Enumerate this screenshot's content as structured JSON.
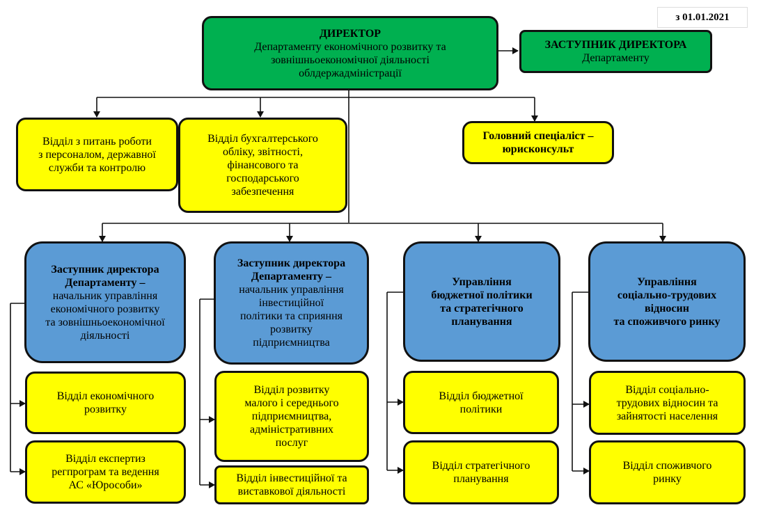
{
  "date_label": "з 01.01.2021",
  "director": {
    "title": "ДИРЕКТОР",
    "line1": "Департаменту економічного розвитку та",
    "line2": "зовнішньоекономічної діяльності",
    "line3": "облдержадміністрації"
  },
  "deputy_director": {
    "title": "ЗАСТУПНИК ДИРЕКТОРА",
    "subtitle": "Департаменту"
  },
  "top_units": {
    "personnel": [
      "Відділ з питань роботи",
      "з персоналом, державної",
      "служби та контролю"
    ],
    "accounting": [
      "Відділ бухгалтерського",
      "обліку, звітності,",
      "фінансового та",
      "господарського",
      "забезпечення"
    ],
    "legal": [
      "Головний спеціаліст –",
      "юрисконсульт"
    ]
  },
  "branches": [
    {
      "head_bold": [
        "Заступник директора",
        "Департаменту –"
      ],
      "head_normal": [
        "начальник управління",
        "економічного розвитку",
        "та зовнішньоекономічної",
        "діяльності"
      ],
      "units": [
        [
          "Відділ економічного",
          "розвитку"
        ],
        [
          "Відділ експертиз",
          "регпрограм та ведення",
          "АС «Юрособи»"
        ]
      ]
    },
    {
      "head_bold": [
        "Заступник директора",
        "Департаменту –"
      ],
      "head_normal": [
        "начальник управління",
        "інвестиційної",
        "політики та сприяння",
        "розвитку",
        "підприємництва"
      ],
      "units": [
        [
          "Відділ розвитку",
          "малого і середнього",
          "підприємництва,",
          "адміністративних",
          "послуг"
        ],
        [
          "Відділ інвестиційної та",
          "виставкової діяльності"
        ]
      ]
    },
    {
      "head_bold": [
        "Управління",
        "бюджетної політики",
        "та стратегічного",
        "планування"
      ],
      "head_normal": [],
      "units": [
        [
          "Відділ бюджетної",
          "політики"
        ],
        [
          "Відділ стратегічного",
          "планування"
        ]
      ]
    },
    {
      "head_bold": [
        "Управління",
        "соціально-трудових",
        "відносин",
        "та споживчого ринку"
      ],
      "head_normal": [],
      "units": [
        [
          "Відділ соціально-",
          "трудових відносин та",
          "зайнятості населення"
        ],
        [
          "Відділ споживчого",
          "ринку"
        ]
      ]
    }
  ]
}
